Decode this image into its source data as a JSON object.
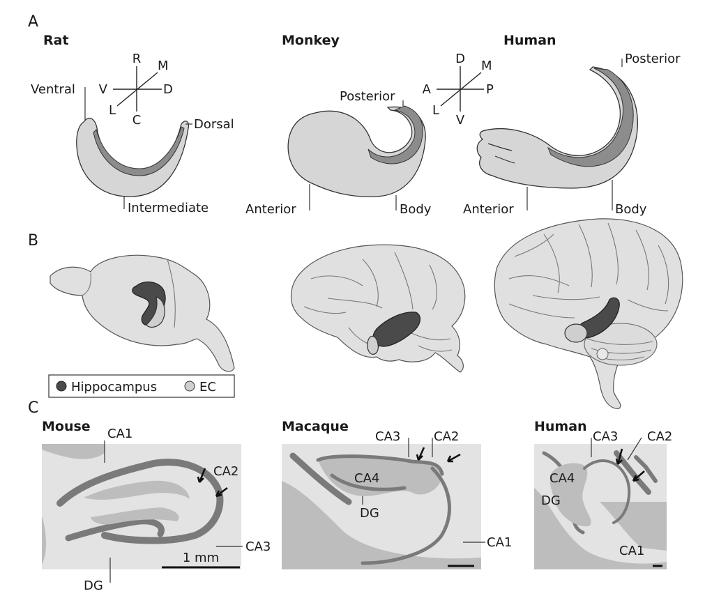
{
  "panels": {
    "a": "A",
    "b": "B",
    "c": "C"
  },
  "row_a": {
    "rat": {
      "title": "Rat",
      "axes": {
        "up": "R",
        "down": "C",
        "left": "V",
        "right": "D",
        "diag_up": "M",
        "diag_down": "L"
      },
      "labels": {
        "ventral": "Ventral",
        "dorsal": "Dorsal",
        "intermediate": "Intermediate"
      }
    },
    "monkey": {
      "title": "Monkey",
      "labels": {
        "posterior": "Posterior",
        "anterior": "Anterior",
        "body": "Body"
      }
    },
    "human": {
      "title": "Human",
      "axes": {
        "up": "D",
        "down": "V",
        "left": "A",
        "right": "P",
        "diag_up": "M",
        "diag_down": "L"
      },
      "labels": {
        "posterior": "Posterior",
        "anterior": "Anterior",
        "body": "Body"
      }
    }
  },
  "row_b": {
    "legend": {
      "hippocampus": "Hippocampus",
      "ec": "EC"
    }
  },
  "row_c": {
    "mouse": {
      "title": "Mouse",
      "labels": {
        "ca1": "CA1",
        "ca2": "CA2",
        "ca3": "CA3",
        "dg": "DG"
      },
      "scale": "1 mm"
    },
    "macaque": {
      "title": "Macaque",
      "labels": {
        "ca3": "CA3",
        "ca2": "CA2",
        "ca4": "CA4",
        "dg": "DG",
        "ca1": "CA1"
      }
    },
    "human": {
      "title": "Human",
      "labels": {
        "ca3": "CA3",
        "ca2": "CA2",
        "ca4": "CA4",
        "dg": "DG",
        "ca1": "CA1"
      }
    }
  }
}
